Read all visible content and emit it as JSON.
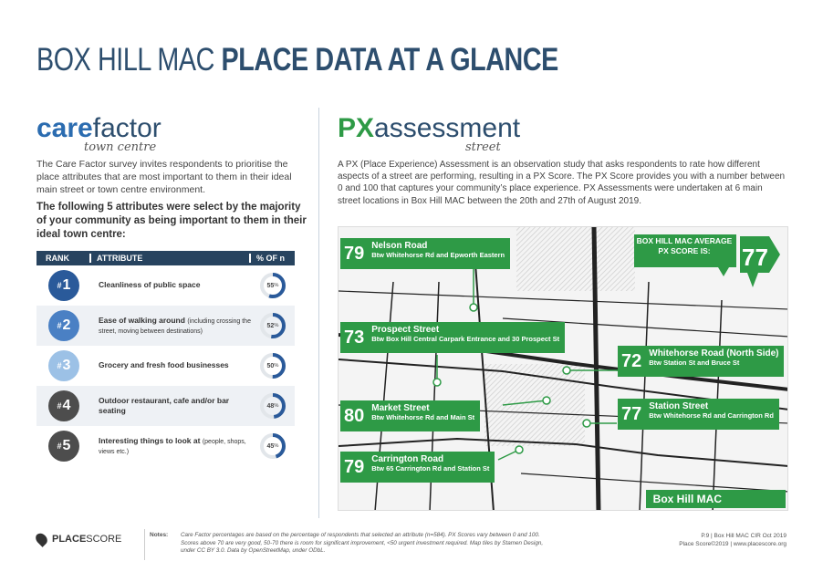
{
  "header": {
    "title_light": "BOX HILL MAC",
    "title_bold": "PLACE DATA AT A GLANCE"
  },
  "care_factor": {
    "logo_a": "care",
    "logo_b": "factor",
    "logo_script": "town centre",
    "intro": "The Care Factor survey invites respondents to prioritise the place attributes that are most important to them in their ideal main street or town centre environment.",
    "lead": "The following 5 attributes were select by the majority of your community as being important to them in their ideal town centre:",
    "columns": [
      "RANK",
      "ATTRIBUTE",
      "% OF n"
    ],
    "rows": [
      {
        "rank": "1",
        "attribute": "Cleanliness of public space",
        "note": "",
        "percent": "55",
        "value": 55,
        "color": "#2a5a9a"
      },
      {
        "rank": "2",
        "attribute": "Ease of walking around",
        "note": "(including crossing the street, moving between destinations)",
        "percent": "52",
        "value": 52,
        "color": "#4a80c4"
      },
      {
        "rank": "3",
        "attribute": "Grocery and fresh food businesses",
        "note": "",
        "percent": "50",
        "value": 50,
        "color": "#9cc1e6"
      },
      {
        "rank": "4",
        "attribute": "Outdoor restaurant, cafe and/or bar seating",
        "note": "",
        "percent": "48",
        "value": 48,
        "color": "#4d4d4d"
      },
      {
        "rank": "5",
        "attribute": "Interesting things to look at",
        "note": "(people, shops, views etc.)",
        "percent": "45",
        "value": 45,
        "color": "#4d4d4d"
      }
    ],
    "percent_suffix": "%"
  },
  "px_assessment": {
    "logo_a": "PX",
    "logo_b": "assessment",
    "logo_script": "street",
    "intro": "A PX (Place Experience) Assessment is an observation study that asks respondents to rate how different aspects of a street are performing, resulting in a PX Score. The PX Score provides you with a number between 0 and 100 that captures your community’s place experience. PX Assessments were undertaken at 6 main street locations in Box Hill MAC between the 20th and 27th of August 2019.",
    "average_label": "BOX HILL MAC AVERAGE PX SCORE IS:",
    "average_score": "77",
    "area_label": "Box Hill MAC",
    "locations": [
      {
        "score": "79",
        "name": "Nelson Road",
        "detail": "Btw Whitehorse Rd and Epworth Eastern"
      },
      {
        "score": "73",
        "name": "Prospect Street",
        "detail": "Btw Box Hill Central Carpark Entrance and 30 Prospect St"
      },
      {
        "score": "72",
        "name": "Whitehorse Road (North Side)",
        "detail": "Btw Station St and Bruce St"
      },
      {
        "score": "80",
        "name": "Market Street",
        "detail": "Btw Whitehorse Rd and Main St"
      },
      {
        "score": "77",
        "name": "Station Street",
        "detail": "Btw Whitehorse Rd and Carrington Rd"
      },
      {
        "score": "79",
        "name": "Carrington Road",
        "detail": "Btw 65 Carrington Rd and Station St"
      }
    ]
  },
  "footer": {
    "logo_a": "PLACE",
    "logo_b": "SCORE",
    "notes_label": "Notes:",
    "notes": "Care Factor percentages are based on the percentage of respondents that selected an attribute (n=584). PX Scores vary between 0 and 100. Scores above 70 are very good, 50-70 there is room for significant improvement, <50 urgent investment required. Map tiles by Stamen Design, under CC BY 3.0. Data by OpenStreetMap, under ODbL.",
    "page": "P.9 | Box Hill MAC CIR Oct 2019",
    "copyright": "Place Score©2019 | www.placescore.org"
  },
  "colors": {
    "navy": "#27435f",
    "green": "#2e9a46",
    "blue": "#2b6cb0"
  }
}
